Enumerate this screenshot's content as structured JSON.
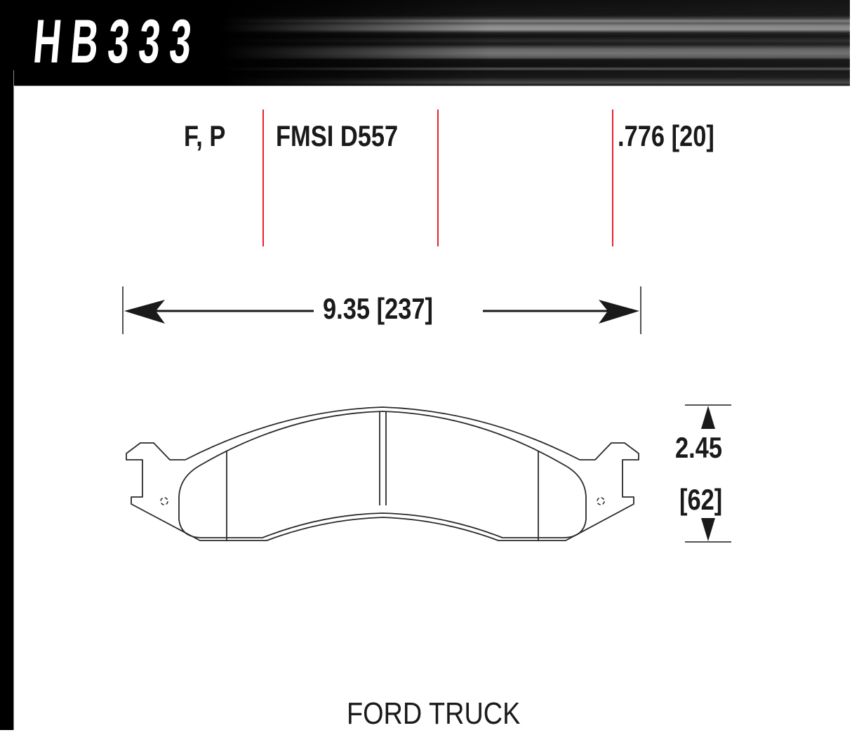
{
  "header": {
    "part_number": "HB333"
  },
  "specs": {
    "position": "F, P",
    "fmsi": "FMSI D557",
    "thickness": ".776 [20]"
  },
  "dimensions": {
    "width": "9.35 [237]",
    "height_in": "2.45",
    "height_mm": "[62]"
  },
  "application": "FORD TRUCK",
  "colors": {
    "guide_line": "#e8202a",
    "outline": "#2a2a2a",
    "header_bg": "#0a0a0a",
    "title_text": "#ffffff"
  }
}
